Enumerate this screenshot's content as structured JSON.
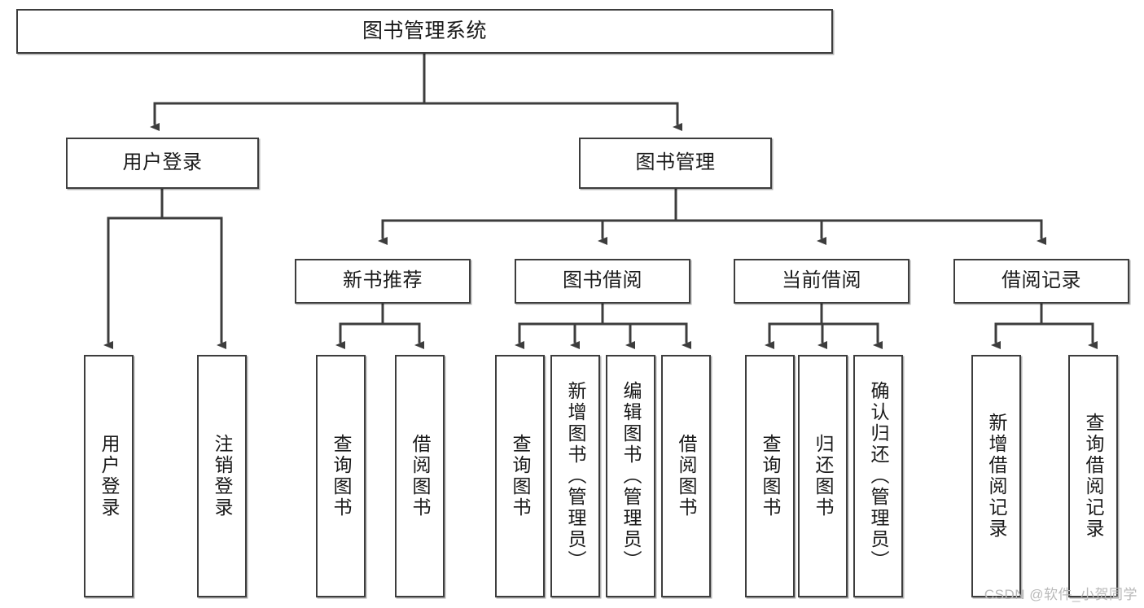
{
  "diagram": {
    "title": "图书管理系统",
    "type": "tree-hierarchy-diagram",
    "background_color": "#ffffff",
    "box_border_color": "#3d3d3d",
    "connector_color": "#3d3d3d",
    "watermark": "CSDN @软件_小贺同学",
    "root": {
      "label": "图书管理系统"
    },
    "level2": [
      {
        "label": "用户登录"
      },
      {
        "label": "图书管理"
      }
    ],
    "level3": [
      {
        "label": "新书推荐"
      },
      {
        "label": "图书借阅"
      },
      {
        "label": "当前借阅"
      },
      {
        "label": "借阅记录"
      }
    ],
    "leaves": {
      "user_login": [
        {
          "label": "用户登录"
        },
        {
          "label": "注销登录"
        }
      ],
      "new_book_recommend": [
        {
          "label": "查询图书"
        },
        {
          "label": "借阅图书"
        }
      ],
      "book_borrow": [
        {
          "label": "查询图书"
        },
        {
          "label": "新增图书（管理员）"
        },
        {
          "label": "编辑图书（管理员）"
        },
        {
          "label": "借阅图书"
        }
      ],
      "current_borrow": [
        {
          "label": "查询图书"
        },
        {
          "label": "归还图书"
        },
        {
          "label": "确认归还（管理员）"
        }
      ],
      "borrow_record": [
        {
          "label": "新增借阅记录"
        },
        {
          "label": "查询借阅记录"
        }
      ]
    }
  }
}
